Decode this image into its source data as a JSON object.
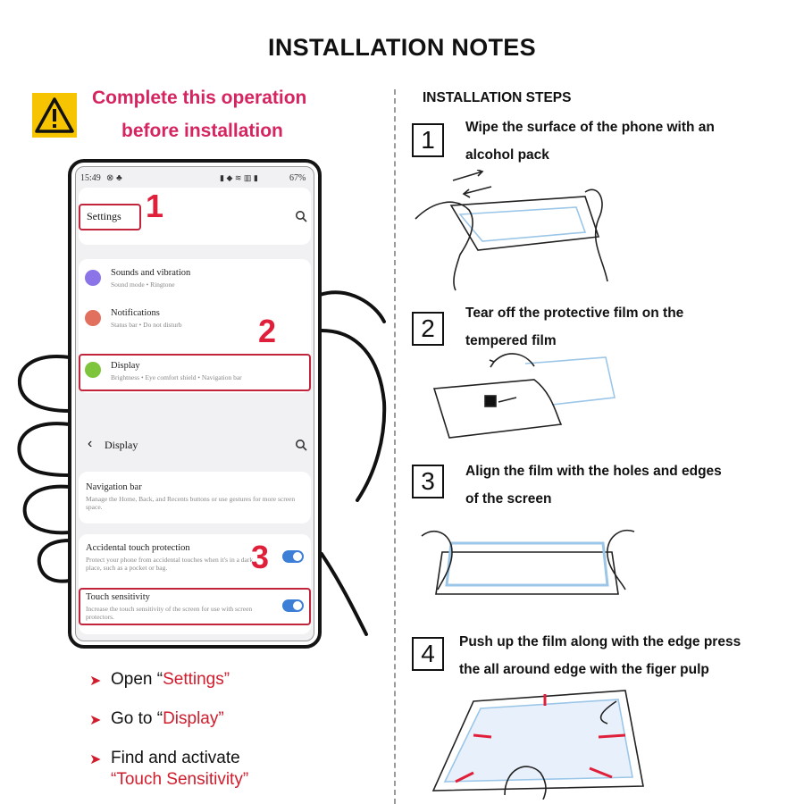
{
  "title": "INSTALLATION NOTES",
  "warning": {
    "icon": "warning-triangle-icon",
    "line1": "Complete this operation",
    "line2": "before installation",
    "color": "#d6245f"
  },
  "phone": {
    "status_time": "15:49",
    "status_battery": "67%",
    "settings_title": "Settings",
    "markers": [
      "1",
      "2",
      "3"
    ],
    "items": [
      {
        "title": "Sounds and vibration",
        "subtitle": "Sound mode  •  Ringtone",
        "icon": "sound-icon"
      },
      {
        "title": "Notifications",
        "subtitle": "Status bar  •  Do not disturb",
        "icon": "notification-icon"
      },
      {
        "title": "Display",
        "subtitle": "Brightness  •  Eye comfort shield  •  Navigation bar",
        "icon": "display-icon"
      }
    ],
    "display_header": "Display",
    "navbar": {
      "title": "Navigation bar",
      "subtitle": "Manage the Home, Back, and Recents buttons or use gestures for more screen space."
    },
    "accidental": {
      "title": "Accidental touch protection",
      "subtitle": "Protect your phone from accidental touches when it's in a dark place, such as a pocket or bag."
    },
    "touch": {
      "title": "Touch sensitivity",
      "subtitle": "Increase the touch sensitivity of the screen for use with screen protectors."
    }
  },
  "instructions": [
    {
      "prefix": "Open “",
      "highlight": "Settings",
      "suffix": "”"
    },
    {
      "prefix": "Go to “",
      "highlight": "Display",
      "suffix": "”"
    },
    {
      "prefix": "Find and activate",
      "highlight": "“Touch Sensitivity”",
      "suffix": ""
    }
  ],
  "steps_title": "INSTALLATION STEPS",
  "steps": [
    {
      "number": "1",
      "line1": "Wipe the surface of the phone with an",
      "line2": "alcohol pack"
    },
    {
      "number": "2",
      "line1": "Tear off the protective film on the",
      "line2": "tempered film"
    },
    {
      "number": "3",
      "line1": "Align the film with the holes and edges",
      "line2": "of the screen"
    },
    {
      "number": "4",
      "line1": "Push up the film along with the edge press",
      "line2": "the all around edge with the figer pulp"
    }
  ],
  "colors": {
    "accent_red": "#d01c2c",
    "highlight_border": "#c2243b",
    "toggle_blue": "#3d7fd6"
  }
}
